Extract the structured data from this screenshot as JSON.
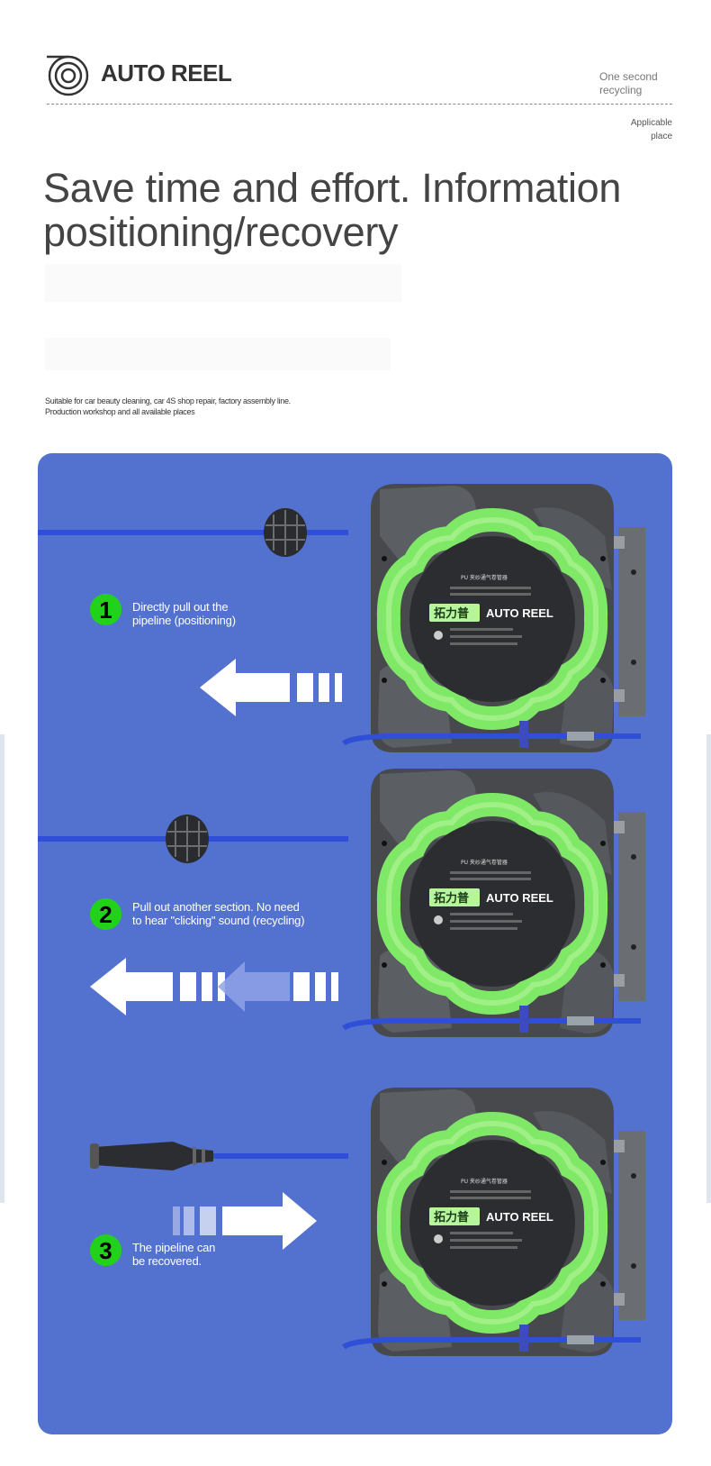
{
  "header": {
    "brand": "AUTO REEL",
    "tagline_line1": "One second",
    "tagline_line2": "recycling",
    "applicable_line1": "Applicable",
    "applicable_line2": "place"
  },
  "headline": {
    "line1": "Save time and effort. Information",
    "line2": "positioning/recovery"
  },
  "description": {
    "line1": "Suitable for car beauty cleaning, car 4S shop repair, factory assembly line.",
    "line2": "Production workshop and all available places"
  },
  "steps": [
    {
      "number": "1",
      "line1": "Directly pull out the",
      "line2": "pipeline (positioning)"
    },
    {
      "number": "2",
      "line1": "Pull out another section. No need",
      "line2": "to hear \"clicking\" sound (recycling)"
    },
    {
      "number": "3",
      "line1": "The pipeline can",
      "line2": "be recovered."
    }
  ],
  "reel": {
    "label": "AUTO REEL",
    "chinese_brand": "拓力普",
    "header_text": "PU 夹纱通气卷管器"
  },
  "colors": {
    "panel": "#5372d0",
    "hose": "#2f4fd6",
    "reel_body": "#4a4c50",
    "reel_green": "#7fe866",
    "badge": "#22d21a"
  }
}
